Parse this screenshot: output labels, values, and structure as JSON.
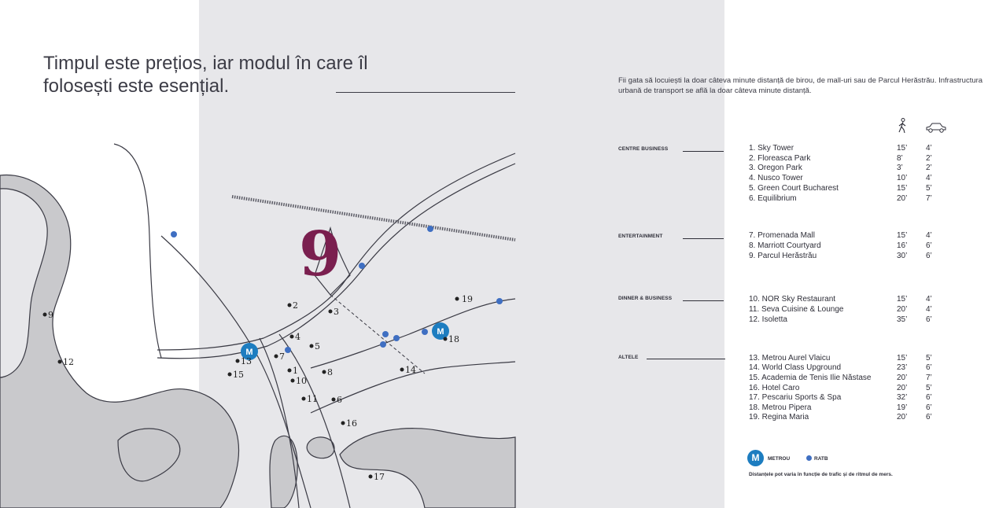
{
  "headline": "Timpul este prețios, iar modul în care îl folosești este esențial.",
  "intro": "Fii gata să locuiești la doar câteva minute distanță de birou, de mall-uri sau de Parcul Herăstrău. Infrastructura urbană de transport se află la doar câteva minute distanță.",
  "logo_text": "9",
  "icons": {
    "walk": "walking-person-icon",
    "car": "car-icon"
  },
  "colors": {
    "metro": "#1d7dc0",
    "ratb": "#3f6fc2",
    "logo": "#7a1f4f",
    "map_bg": "#e7e7ea",
    "land": "#c9c9cc"
  },
  "sections": [
    {
      "title": "CENTRE BUSINESS",
      "items": [
        {
          "name": "1. Sky Tower",
          "walk": "15’",
          "car": "4’"
        },
        {
          "name": "2. Floreasca Park",
          "walk": "8’",
          "car": "2’"
        },
        {
          "name": "3. Oregon Park",
          "walk": "3’",
          "car": "2’"
        },
        {
          "name": "4. Nusco Tower",
          "walk": "10’",
          "car": "4’"
        },
        {
          "name": "5. Green Court Bucharest",
          "walk": "15’",
          "car": "5’"
        },
        {
          "name": "6. Equilibrium",
          "walk": "20’",
          "car": "7’"
        }
      ]
    },
    {
      "title": "ENTERTAINMENT",
      "items": [
        {
          "name": "7. Promenada Mall",
          "walk": "15’",
          "car": "4’"
        },
        {
          "name": "8. Marriott Courtyard",
          "walk": "16’",
          "car": "6’"
        },
        {
          "name": "9. Parcul Herăstrău",
          "walk": "30’",
          "car": "6’"
        }
      ]
    },
    {
      "title": "DINNER & BUSINESS",
      "items": [
        {
          "name": "10. NOR Sky Restaurant",
          "walk": "15’",
          "car": "4’"
        },
        {
          "name": "11. Seva Cuisine & Lounge",
          "walk": "20’",
          "car": "4’"
        },
        {
          "name": "12. Isoletta",
          "walk": "35’",
          "car": "6’"
        }
      ]
    },
    {
      "title": "ALTELE",
      "items": [
        {
          "name": "13. Metrou Aurel Vlaicu",
          "walk": "15’",
          "car": "5’"
        },
        {
          "name": "14. World Class Upground",
          "walk": "23’",
          "car": "6’"
        },
        {
          "name": "15. Academia de Tenis Ilie Năstase",
          "walk": "20’",
          "car": "7’"
        },
        {
          "name": "16. Hotel Caro",
          "walk": "20’",
          "car": "5’"
        },
        {
          "name": "17. Pescariu Sports & Spa",
          "walk": "32’",
          "car": "6’"
        },
        {
          "name": "18. Metrou Pipera",
          "walk": "19’",
          "car": "6’"
        },
        {
          "name": "19. Regina Maria",
          "walk": "20’",
          "car": "6’"
        }
      ]
    }
  ],
  "map_points": [
    "1",
    "2",
    "3",
    "4",
    "5",
    "6",
    "7",
    "8",
    "9",
    "10",
    "11",
    "12",
    "13",
    "14",
    "15",
    "16",
    "17",
    "18",
    "19"
  ],
  "metro_marker_letter": "M",
  "legend": {
    "metro_letter": "M",
    "metro_label": "METROU",
    "ratb_label": "RATB"
  },
  "footnote": "Distanțele pot varia în funcție de trafic și de ritmul de mers."
}
